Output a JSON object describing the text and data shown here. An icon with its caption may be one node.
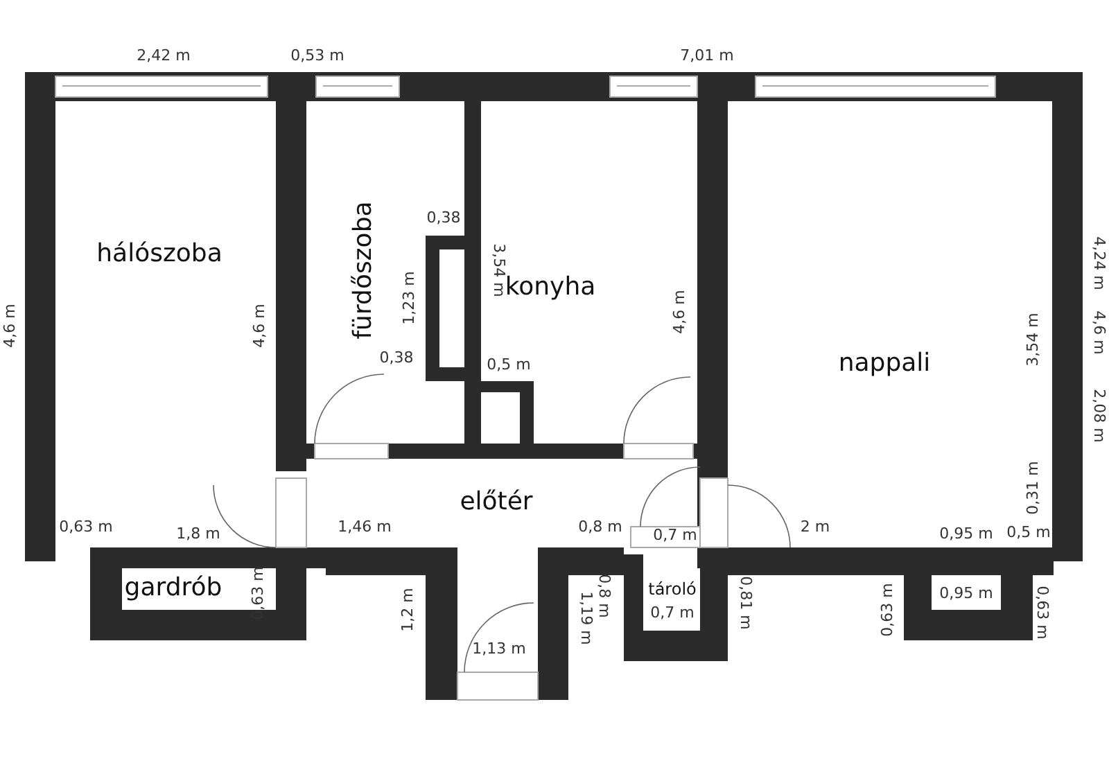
{
  "diagram": {
    "nodes": [
      {
        "text": [
          "hálószoba"
        ]
      },
      {
        "text": [
          "fürdőszoba"
        ]
      },
      {
        "text": [
          "konyha"
        ]
      },
      {
        "text": [
          "nappali"
        ]
      },
      {
        "text": [
          "előtér"
        ]
      },
      {
        "text": [
          "gardrób"
        ]
      },
      {
        "text": [
          "tároló"
        ]
      }
    ],
    "labels": [
      "2,42 m",
      "0,53 m",
      "7,01 m",
      "4,6 m",
      "4,6 m",
      "0,38",
      "1,23 m",
      "0,38",
      "3,54 m",
      "0,5 m",
      "4,6 m",
      "3,54 m",
      "4,24 m",
      "4,6 m",
      "2,08 m",
      "0,31 m",
      "0,5 m",
      "1,46 m",
      "0,8 m",
      "0,7 m",
      "2 m",
      "0,95 m",
      "0,63 m",
      "1,8 m",
      "0,63 m",
      "1,2 m",
      "1,13 m",
      "0,8 m",
      "1,19 m",
      "0,7 m",
      "0,81 m",
      "0,63 m",
      "0,95 m",
      "0,63 m"
    ]
  }
}
